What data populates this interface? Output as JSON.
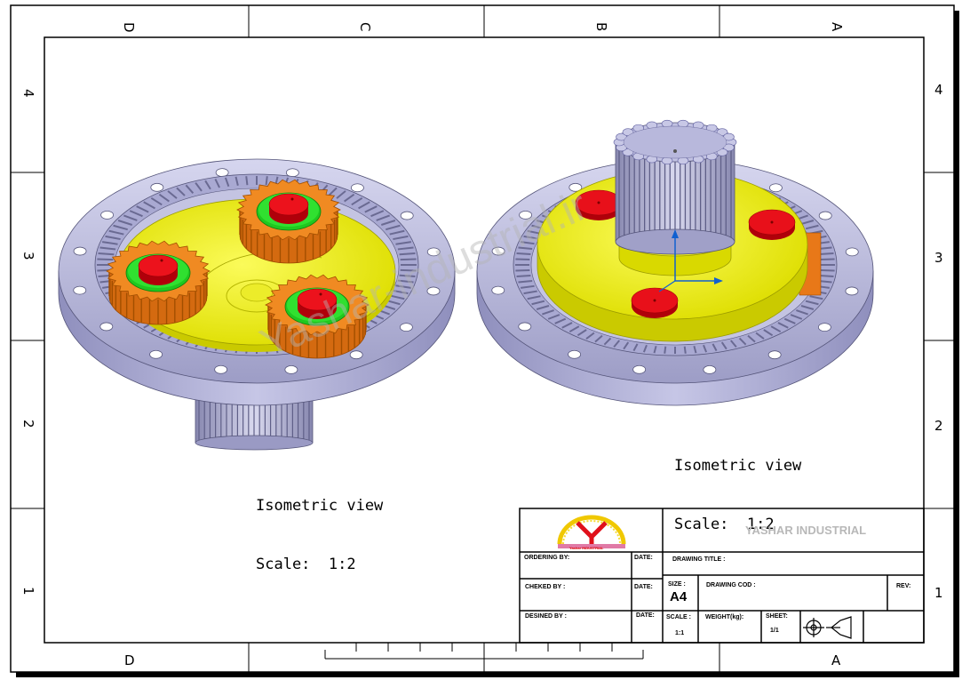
{
  "zones": {
    "columns_top": [
      "D",
      "C",
      "B",
      "A"
    ],
    "columns_bottom": [
      "D",
      "A"
    ],
    "rows": [
      "4",
      "3",
      "2",
      "1"
    ]
  },
  "views": [
    {
      "title": "Isometric view",
      "scale": "Scale:  1:2"
    },
    {
      "title": "Isometric view",
      "scale": "Scale:  1:2"
    }
  ],
  "watermark": "Yashar-industrial.ir",
  "title_block": {
    "company": "YASHAR INDUSTRIAL",
    "logo_text": "Yashar INDUSTRIAL",
    "ordering_by": "ORDERING  BY:",
    "date_label": "DATE:",
    "drawing_title": "DRAWING TITLE :",
    "cheked_by": "CHEKED BY :",
    "size_label": "SIZE :",
    "size_value": "A4",
    "drawing_cod": "DRAWING COD :",
    "rev": "REV:",
    "desined_by": "DESINED BY :",
    "scale_label": "SCALE :",
    "scale_value": "1:1",
    "weight_label": "WEIGHT(kg):",
    "sheet_label": "SHEET:",
    "sheet_value": "1/1",
    "projection_symbol": "first-angle-projection-icon"
  },
  "colors": {
    "ring": "#b9b9dc",
    "carrier": "#f0f000",
    "planet": "#e87818",
    "pin": "#e8101a",
    "washer": "#22d422"
  }
}
